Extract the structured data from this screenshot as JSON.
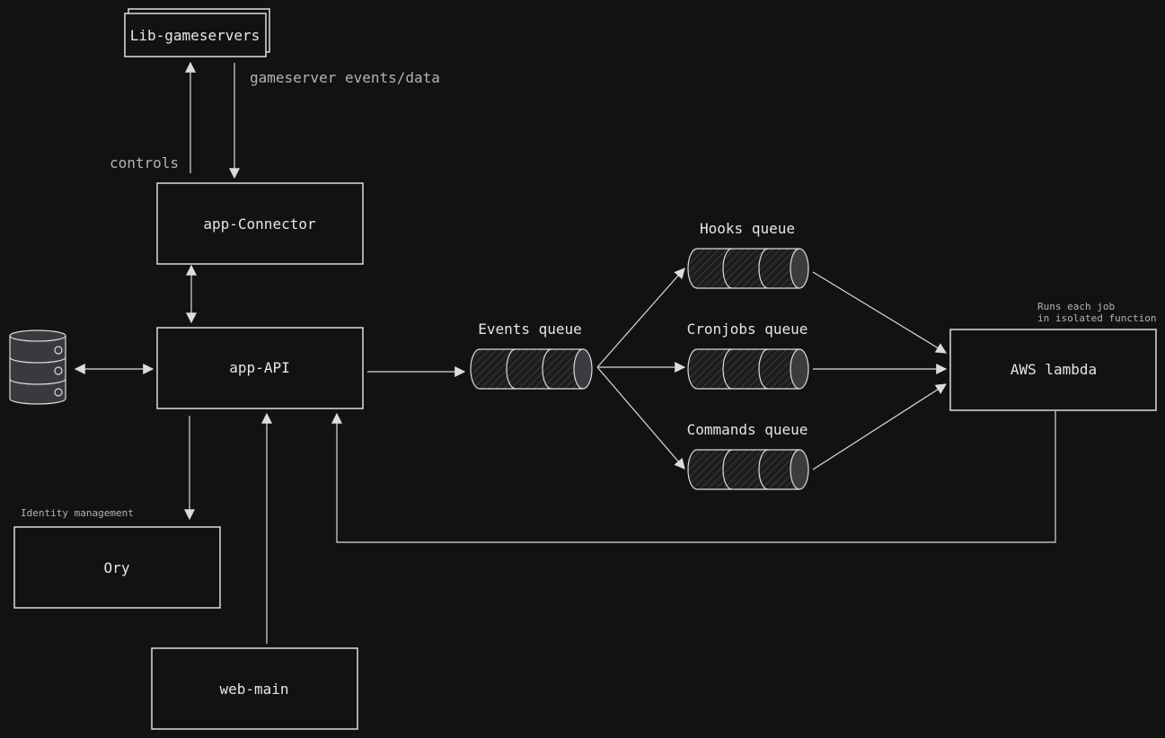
{
  "colors": {
    "background": "#121212",
    "stroke": "#dcdcdc",
    "text": "#e6e6e6",
    "label": "#b4b4b4",
    "queue_fill": "#1d1d1d",
    "queue_cap": "#3c3c40"
  },
  "nodes": {
    "lib_gameservers": "Lib-gameservers",
    "app_connector": "app-Connector",
    "app_api": "app-API",
    "ory": "Ory",
    "web_main": "web-main",
    "aws_lambda": "AWS lambda",
    "database": "database-icon"
  },
  "queues": {
    "events": "Events queue",
    "hooks": "Hooks queue",
    "cronjobs": "Cronjobs queue",
    "commands": "Commands queue"
  },
  "labels": {
    "gameserver_events": "gameserver events/data",
    "controls": "controls",
    "identity": "Identity management",
    "lambda_note_1": "Runs each job",
    "lambda_note_2": "in isolated function"
  }
}
